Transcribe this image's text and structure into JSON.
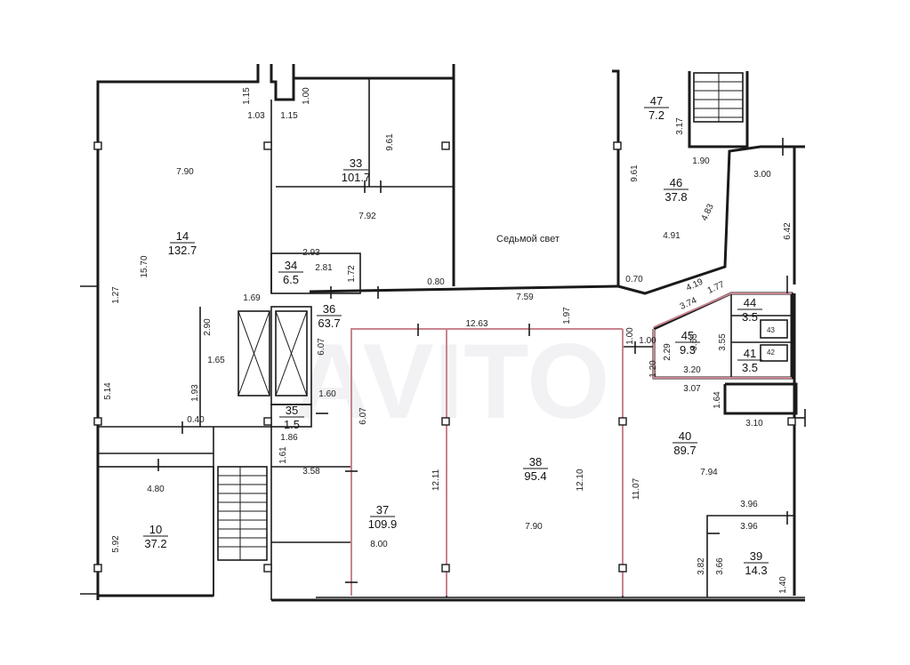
{
  "watermark": "AVITO",
  "rooms": [
    {
      "id": "room-14",
      "number": "14",
      "area": "132.7"
    },
    {
      "id": "room-10",
      "number": "10",
      "area": "37.2"
    },
    {
      "id": "room-33",
      "number": "33",
      "area": "101.7"
    },
    {
      "id": "room-34",
      "number": "34",
      "area": "6.5"
    },
    {
      "id": "room-35",
      "number": "35",
      "area": "1.5"
    },
    {
      "id": "room-36",
      "number": "36",
      "area": "63.7"
    },
    {
      "id": "room-37",
      "number": "37",
      "area": "109.9"
    },
    {
      "id": "room-38",
      "number": "38",
      "area": "95.4"
    },
    {
      "id": "room-40",
      "number": "40",
      "area": "89.7"
    },
    {
      "id": "room-39",
      "number": "39",
      "area": "14.3"
    },
    {
      "id": "room-41",
      "number": "41",
      "area": "3.5"
    },
    {
      "id": "room-44",
      "number": "44",
      "area": "3.5"
    },
    {
      "id": "room-45",
      "number": "45",
      "area": "9.3"
    },
    {
      "id": "room-46",
      "number": "46",
      "area": "37.8"
    },
    {
      "id": "room-47",
      "number": "47",
      "area": "7.2"
    }
  ],
  "small_labels": [
    "43",
    "42"
  ],
  "note": "Седьмой свет",
  "dimensions": [
    "1.15",
    "1.03",
    "1.15",
    "1.00",
    "9.61",
    "7.90",
    "15.70",
    "1.27",
    "5.14",
    "7.92",
    "2.93",
    "2.81",
    "1.72",
    "0.80",
    "1.69",
    "2.90",
    "1.65",
    "1.93",
    "6.07",
    "1.60",
    "0.40",
    "1.86",
    "1.61",
    "4.80",
    "5.92",
    "3.58",
    "6.07",
    "8.00",
    "12.11",
    "12.63",
    "1.97",
    "7.90",
    "12.10",
    "11.07",
    "1.00",
    "7.59",
    "3.17",
    "1.90",
    "9.61",
    "4.83",
    "4.91",
    "3.00",
    "6.42",
    "0.70",
    "4.19",
    "3.74",
    "1.00",
    "2.29",
    "3.55",
    "3.55",
    "1.20",
    "3.20",
    "3.07",
    "1.64",
    "3.10",
    "7.94",
    "3.96",
    "3.96",
    "3.82",
    "3.66",
    "1.40",
    "1.77"
  ]
}
